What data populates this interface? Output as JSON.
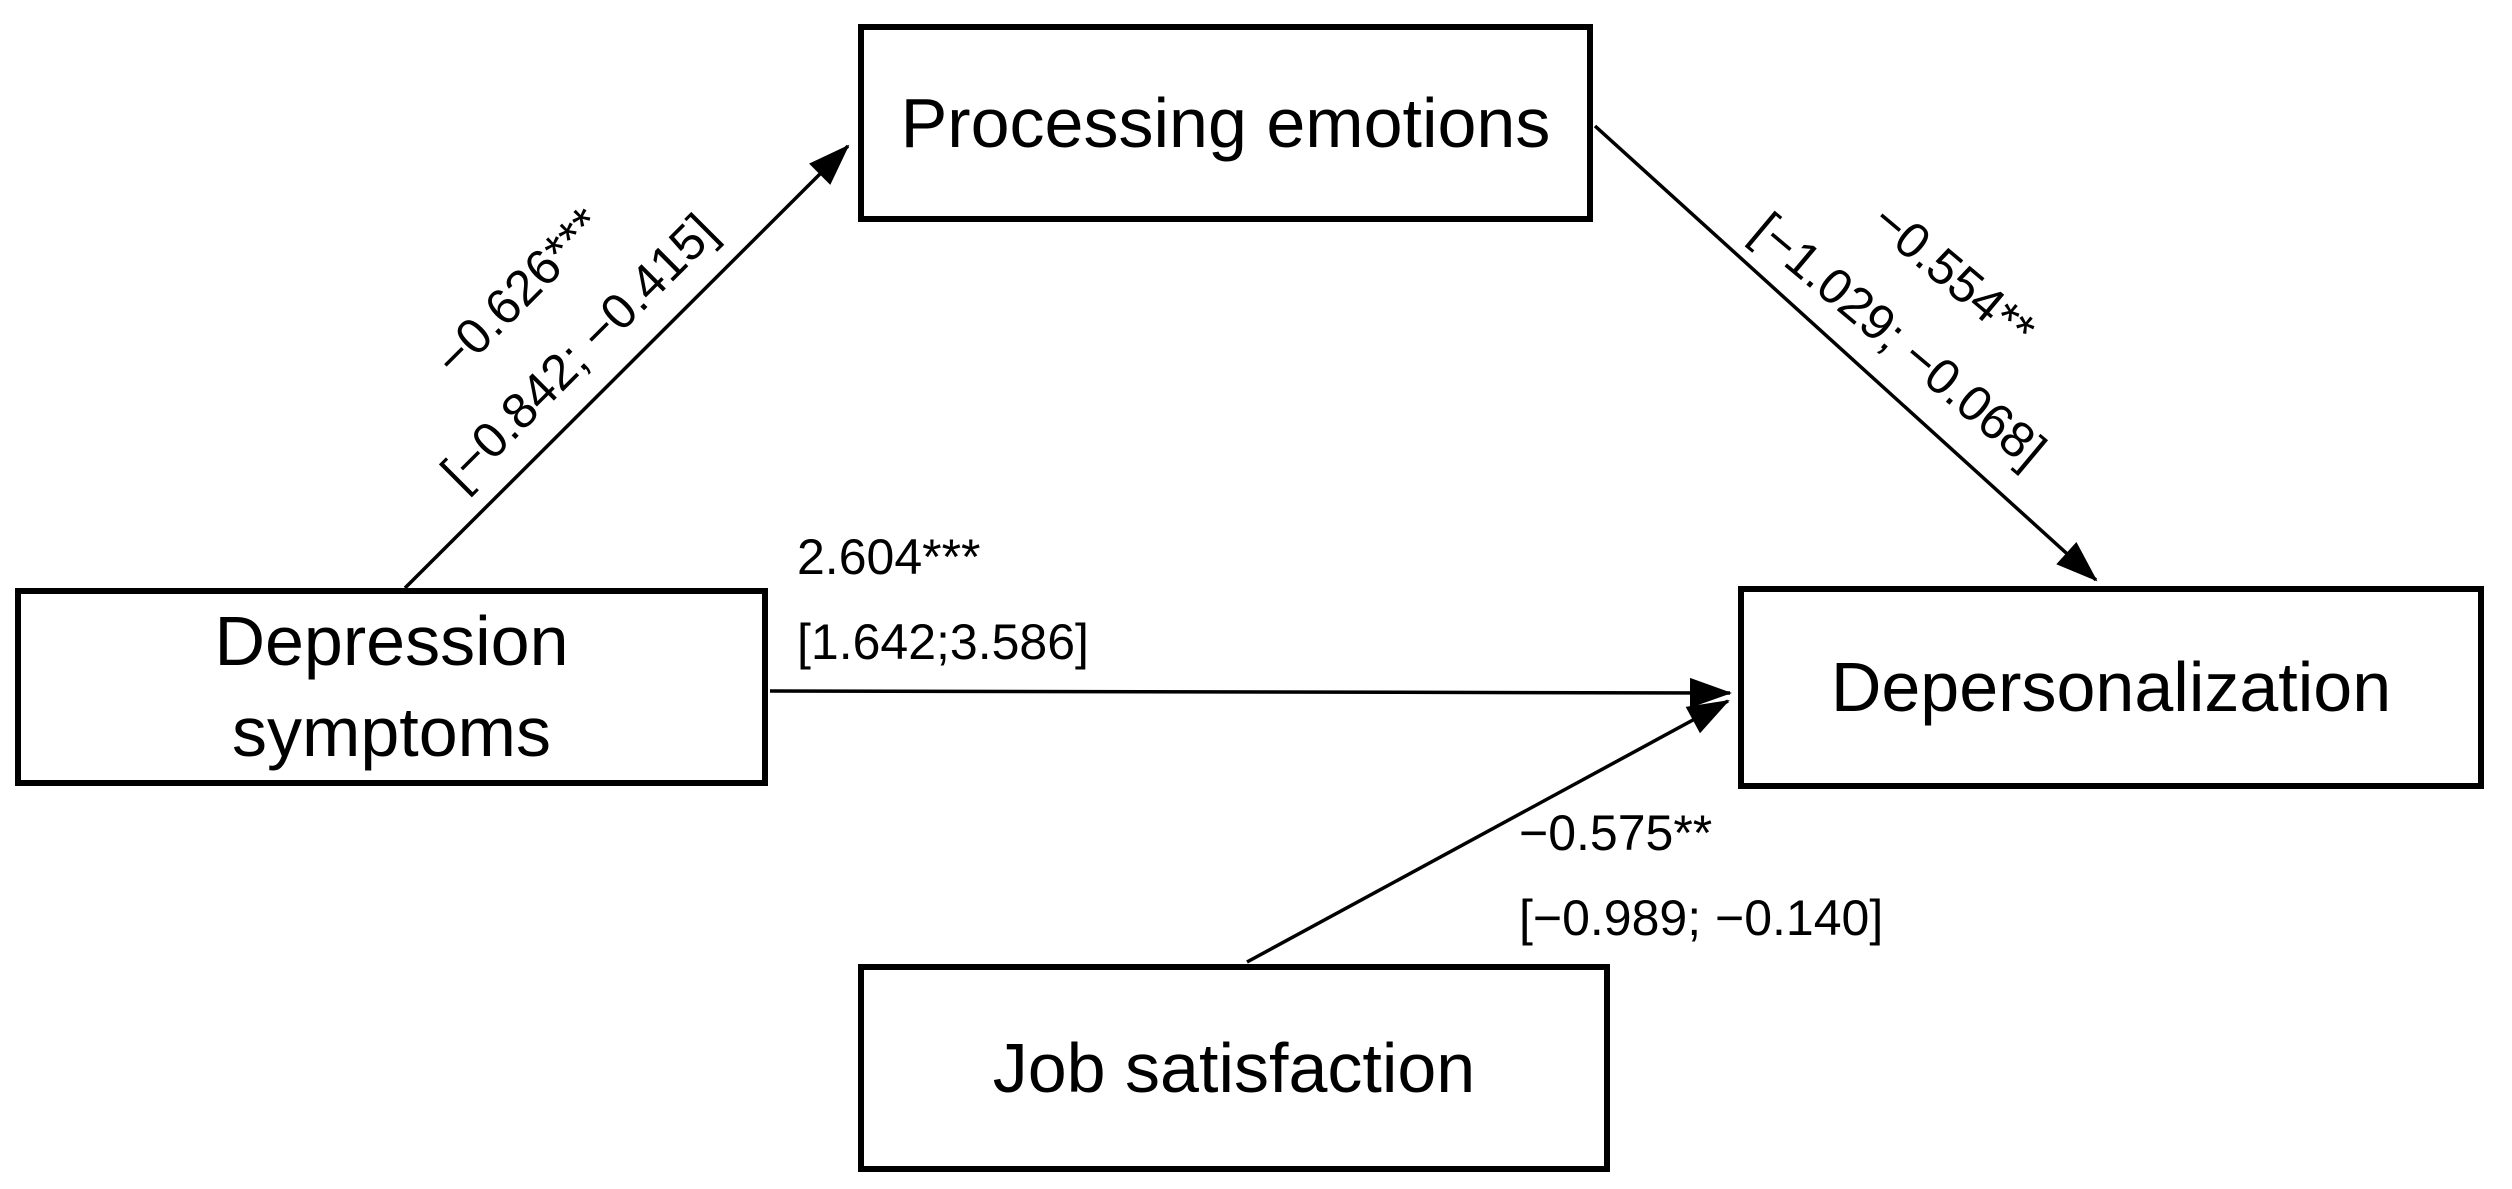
{
  "diagram": {
    "type": "mediation-path-diagram",
    "background_color": "#ffffff",
    "line_color": "#000000",
    "nodes": {
      "processing_emotions": {
        "label": "Processing emotions"
      },
      "depression_symptoms": {
        "label": "Depression\nsymptoms"
      },
      "depersonalization": {
        "label": "Depersonalization"
      },
      "job_satisfaction": {
        "label": "Job satisfaction"
      }
    },
    "paths": {
      "depression_to_processing": {
        "from": "Depression symptoms",
        "to": "Processing emotions",
        "coefficient": "−0.626***",
        "confidence_interval": "[−0.842; −0.415]"
      },
      "processing_to_depersonalization": {
        "from": "Processing emotions",
        "to": "Depersonalization",
        "coefficient": "−0.554**",
        "confidence_interval": "[−1.029; −0.068]"
      },
      "depression_to_depersonalization": {
        "from": "Depression symptoms",
        "to": "Depersonalization",
        "coefficient": "2.604***",
        "confidence_interval": "[1.642;3.586]"
      },
      "job_to_depersonalization": {
        "from": "Job satisfaction",
        "to": "Depersonalization",
        "coefficient": "−0.575**",
        "confidence_interval": "[−0.989; −0.140]"
      }
    }
  }
}
